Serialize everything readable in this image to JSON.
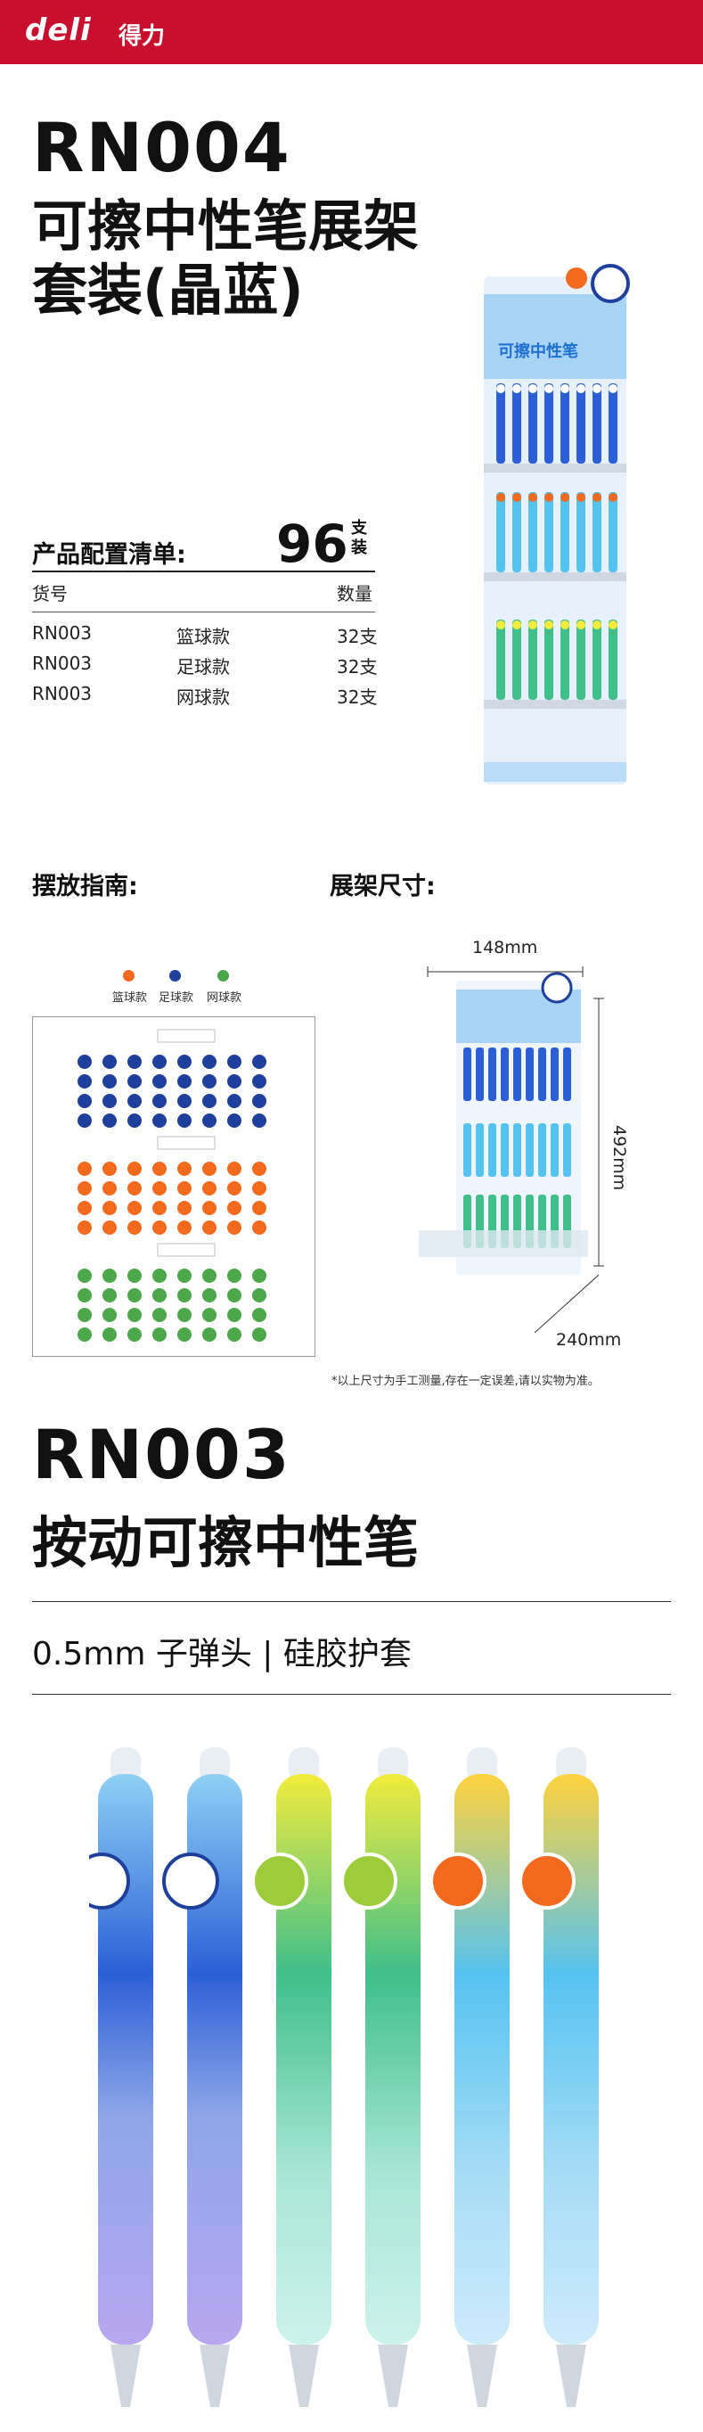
{
  "header": {
    "brand": "deli",
    "brand_cn": "得力"
  },
  "hero": {
    "model": "RN004",
    "name_lines": [
      "可擦中性笔展架",
      "套装(晶蓝)"
    ]
  },
  "config": {
    "label": "产品配置清单:",
    "count": "96",
    "unit": "支装",
    "columns": [
      "货号",
      "数量"
    ],
    "rows": [
      {
        "sku": "RN003",
        "style": "篮球款",
        "qty": "32支"
      },
      {
        "sku": "RN003",
        "style": "足球款",
        "qty": "32支"
      },
      {
        "sku": "RN003",
        "style": "网球款",
        "qty": "32支"
      }
    ]
  },
  "placement": {
    "title": "摆放指南:",
    "legend": [
      {
        "label": "篮球款",
        "color": "#f36a1f"
      },
      {
        "label": "足球款",
        "color": "#1f3f9c"
      },
      {
        "label": "网球款",
        "color": "#4ca64a"
      }
    ]
  },
  "dimensions": {
    "title": "展架尺寸:",
    "width": "148mm",
    "height": "492mm",
    "depth": "240mm",
    "note": "*以上尺寸为手工测量,存在一定误差,请以实物为准。"
  },
  "product": {
    "model": "RN003",
    "name": "按动可擦中性笔",
    "spec": "0.5mm  子弹头 | 硅胶护套"
  },
  "colors": {
    "brand_red": "#c8102e",
    "blue": "#1f3f9c",
    "orange": "#f36a1f",
    "green": "#4ca64a"
  }
}
